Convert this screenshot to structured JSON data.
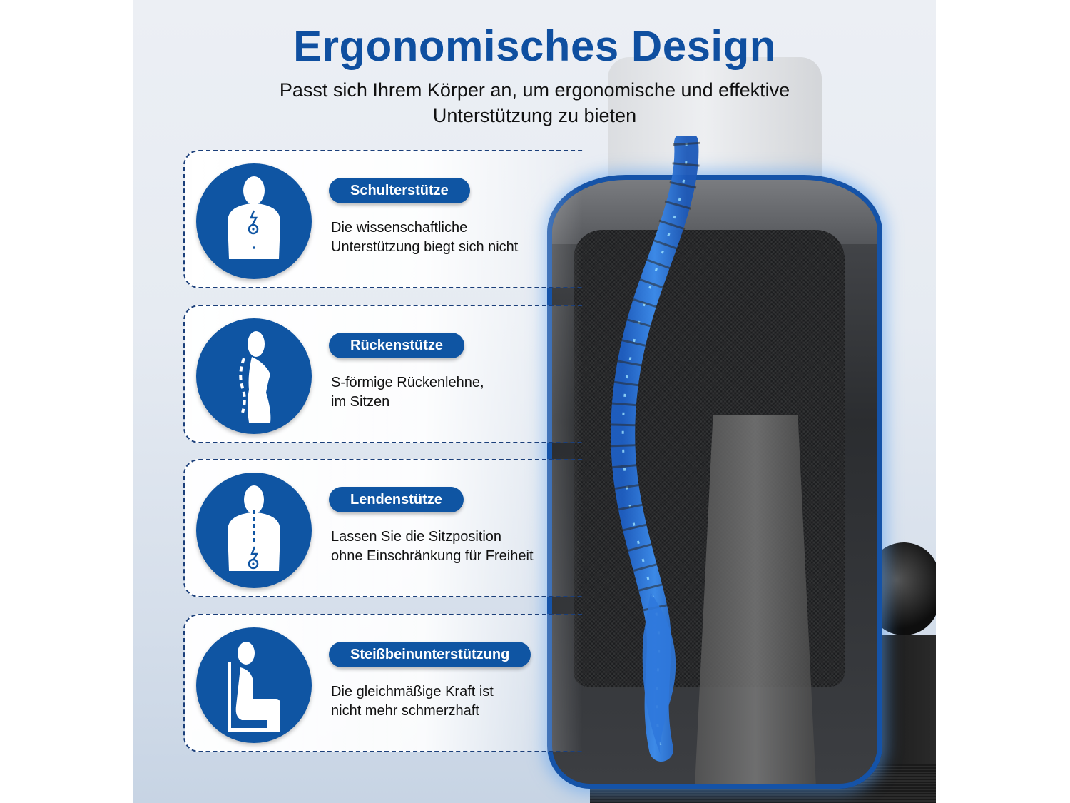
{
  "header": {
    "title": "Ergonomisches Design",
    "subtitle_line1": "Passt sich Ihrem Körper an, um ergonomische und effektive",
    "subtitle_line2": "Unterstützung zu bieten"
  },
  "features": [
    {
      "icon": "shoulder-pain-body-icon",
      "label": "Schulterstütze",
      "desc_line1": "Die wissenschaftliche",
      "desc_line2": "Unterstützung biegt sich nicht"
    },
    {
      "icon": "side-profile-spine-icon",
      "label": "Rückenstütze",
      "desc_line1": "S-förmige Rückenlehne,",
      "desc_line2": "im Sitzen"
    },
    {
      "icon": "lower-back-pain-icon",
      "label": "Lendenstütze",
      "desc_line1": "Lassen Sie die Sitzposition",
      "desc_line2": "ohne Einschränkung für Freiheit"
    },
    {
      "icon": "seated-person-icon",
      "label": "Steißbeinunterstützung",
      "desc_line1": "Die gleichmäßige Kraft ist",
      "desc_line2": "nicht mehr schmerzhaft"
    }
  ],
  "colors": {
    "brand_blue": "#0f55a3",
    "title_blue": "#0f4fa0",
    "outline_blue": "#1553a8",
    "dashed_border": "#1b3f7a",
    "spine_blue": "#2f7fe0"
  }
}
